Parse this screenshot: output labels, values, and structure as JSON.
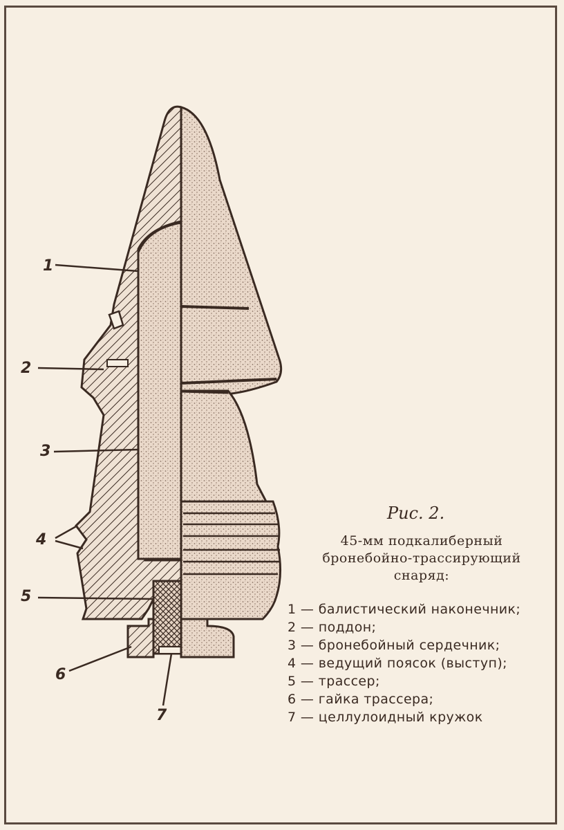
{
  "figure": {
    "title": "Рис. 2.",
    "caption_lines": [
      "45-мм подкалиберный",
      "бронебойно-трассирующий",
      "снаряд:"
    ],
    "legend": [
      "1 — балистический наконечник;",
      "2 — поддон;",
      "3 — бронебойный сердечник;",
      "4 — ведущий поясок (выступ);",
      "5 — трассер;",
      "6 — гайка трассера;",
      "7 — целлулоидный кружок"
    ]
  },
  "callouts": [
    "1",
    "2",
    "3",
    "4",
    "5",
    "6",
    "7"
  ],
  "colors": {
    "ink": "#3a2a22",
    "paper": "#f7efe3",
    "stipple": "#e0cdbd",
    "hatch": "#e9d8c8"
  }
}
